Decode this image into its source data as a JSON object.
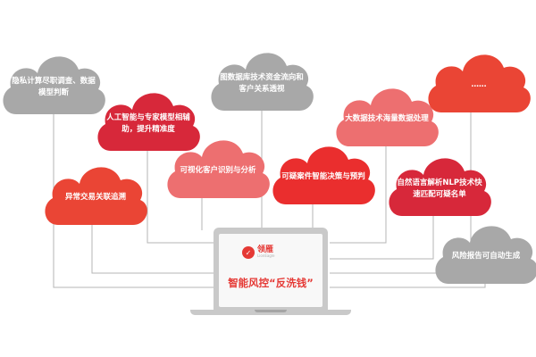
{
  "center": {
    "logo_text": "领雁",
    "logo_sub": "LionEagle",
    "title": "智能风控“反洗钱”"
  },
  "clouds": [
    {
      "id": "privacy",
      "label": "隐私计算尽职调查、数据模型判断",
      "color": "#a8a8a8"
    },
    {
      "id": "ai",
      "label": "人工智能与专家模型相辅助，提升精准度",
      "color": "#d7283a"
    },
    {
      "id": "graph",
      "label": "图数据库技术资金流向和客户关系透视",
      "color": "#a8a8a8"
    },
    {
      "id": "bigdata",
      "label": "大数据技术海量数据处理",
      "color": "#ed6f70"
    },
    {
      "id": "more",
      "label": "……",
      "color": "#ea4535"
    },
    {
      "id": "abnormal",
      "label": "异常交易关联追溯",
      "color": "#ea4535"
    },
    {
      "id": "visual",
      "label": "可视化客户识别与分析",
      "color": "#ed6f70"
    },
    {
      "id": "suspicious",
      "label": "可疑案件智能决策与预判",
      "color": "#ea2e2e"
    },
    {
      "id": "nlp",
      "label": "自然语言解析NLP技术快速匹配可疑名单",
      "color": "#d7283a"
    },
    {
      "id": "report",
      "label": "风险报告可自动生成",
      "color": "#a8a8a8"
    }
  ]
}
